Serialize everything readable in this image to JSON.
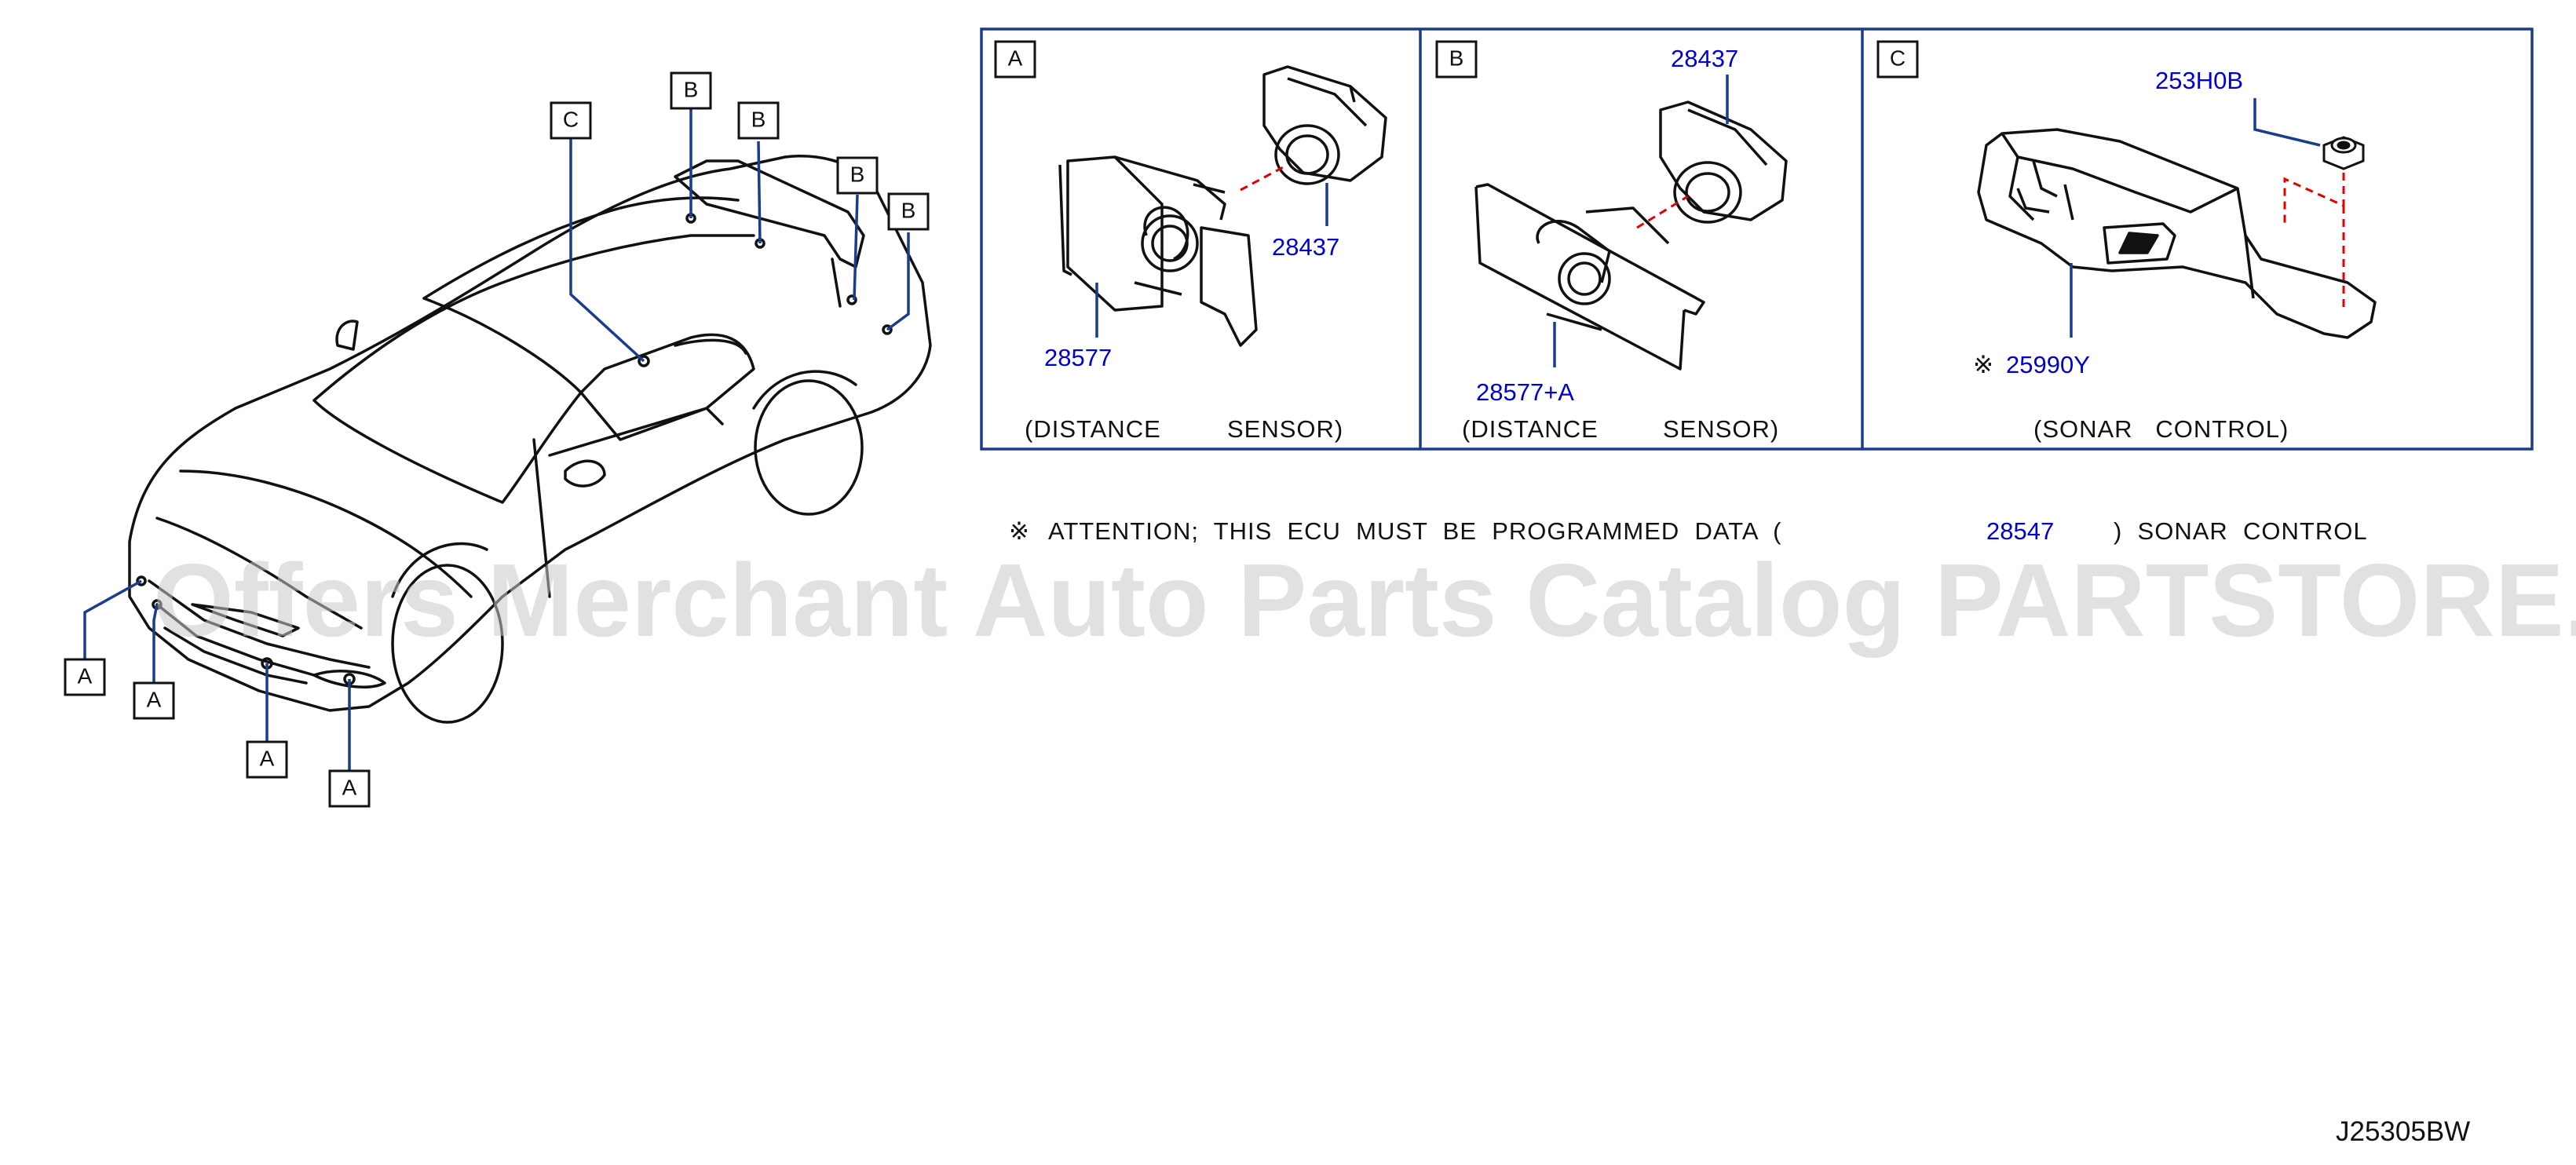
{
  "car_callouts": [
    {
      "id": "c1",
      "letter": "C"
    },
    {
      "id": "c2",
      "letter": "B"
    },
    {
      "id": "c3",
      "letter": "B"
    },
    {
      "id": "c4",
      "letter": "B"
    },
    {
      "id": "c5",
      "letter": "B"
    },
    {
      "id": "c6",
      "letter": "A"
    },
    {
      "id": "c7",
      "letter": "A"
    },
    {
      "id": "c8",
      "letter": "A"
    },
    {
      "id": "c9",
      "letter": "A"
    }
  ],
  "panels": [
    {
      "letter": "A",
      "caption_left": "(DISTANCE",
      "caption_right": "SENSOR)",
      "parts": [
        "28437",
        "28577"
      ]
    },
    {
      "letter": "B",
      "caption_left": "(DISTANCE",
      "caption_right": "SENSOR)",
      "parts": [
        "28437",
        "28577+A"
      ]
    },
    {
      "letter": "C",
      "caption": "(SONAR   CONTROL)",
      "parts": [
        "253H0B",
        "25990Y"
      ],
      "mark": "※"
    }
  ],
  "attention": {
    "mark": "※",
    "text_before": "ATTENTION;  THIS  ECU  MUST  BE  PROGRAMMED  DATA  (",
    "part": "28547",
    "text_after": ")  SONAR  CONTROL"
  },
  "watermark": "Offers Merchant Auto Parts Catalog PARTSTORE.SA",
  "diagram_code": "J25305BW",
  "colors": {
    "frame": "#1a3c8c",
    "leader": "#1a3c8c",
    "part_number": "#0000cc",
    "dashed": "#e00000",
    "line": "#111111"
  }
}
